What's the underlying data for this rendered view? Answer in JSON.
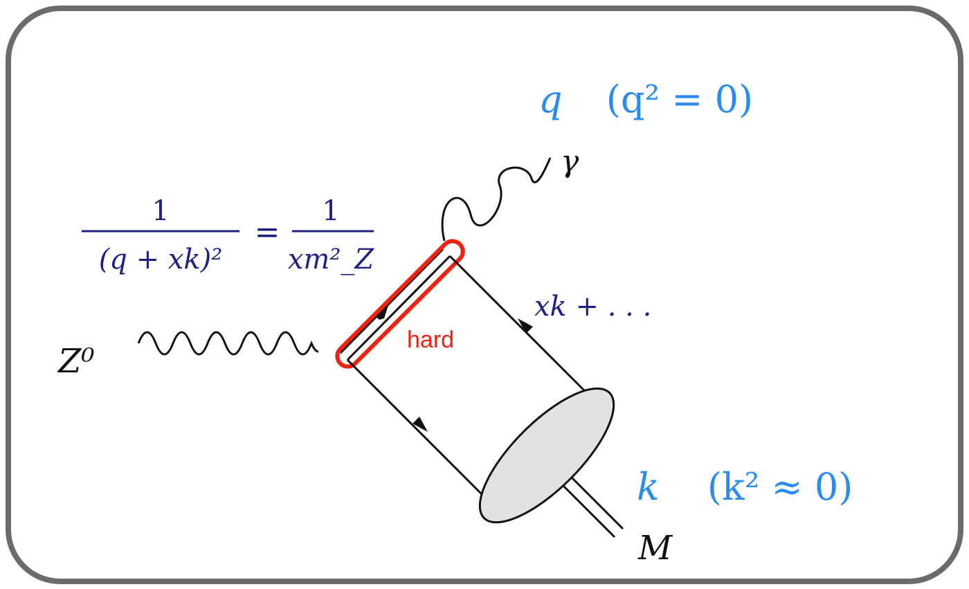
{
  "colors": {
    "frame": "#6b6b6b",
    "line": "#111111",
    "blue": "#2a8cf0",
    "navy": "#1f1f86",
    "red": "#ee2211",
    "blob_fill": "#e2e2e2"
  },
  "labels": {
    "photon_momentum": {
      "symbol": "q",
      "condition": "(q² = 0)"
    },
    "gamma": "γ",
    "propagator": {
      "lhs_num": "1",
      "lhs_den": "(q + xk)²",
      "equals": "=",
      "rhs_num": "1",
      "rhs_den": "xm²_Z"
    },
    "quark_momentum": "xk + . . .",
    "z_boson": "Z⁰",
    "hard": "hard",
    "meson_momentum": {
      "symbol": "k",
      "condition": "(k² ≈ 0)"
    },
    "meson": "M"
  }
}
